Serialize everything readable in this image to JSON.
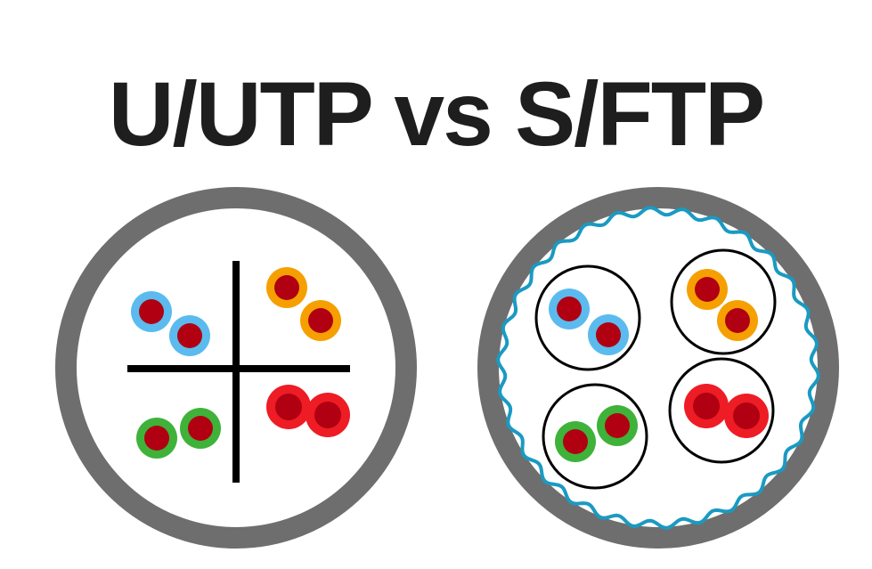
{
  "title": "U/UTP vs S/FTP",
  "colors": {
    "jacket": "#6e6e6e",
    "inner": "#ffffff",
    "separator": "#000000",
    "foil_ring": "#000000",
    "braid_shield": "#1a9ac2",
    "conductor": "#b00012",
    "pairs": {
      "blue": "#5bbbee",
      "orange": "#f5a000",
      "green": "#3fb23a",
      "red": "#ee1c25"
    }
  },
  "cables": [
    {
      "type": "U/UTP",
      "pairs": [
        "blue",
        "orange",
        "green",
        "red"
      ],
      "cross_separator": true,
      "foil_per_pair": false,
      "braid_shield": false
    },
    {
      "type": "S/FTP",
      "pairs": [
        "blue",
        "orange",
        "green",
        "red"
      ],
      "cross_separator": false,
      "foil_per_pair": true,
      "braid_shield": true
    }
  ]
}
